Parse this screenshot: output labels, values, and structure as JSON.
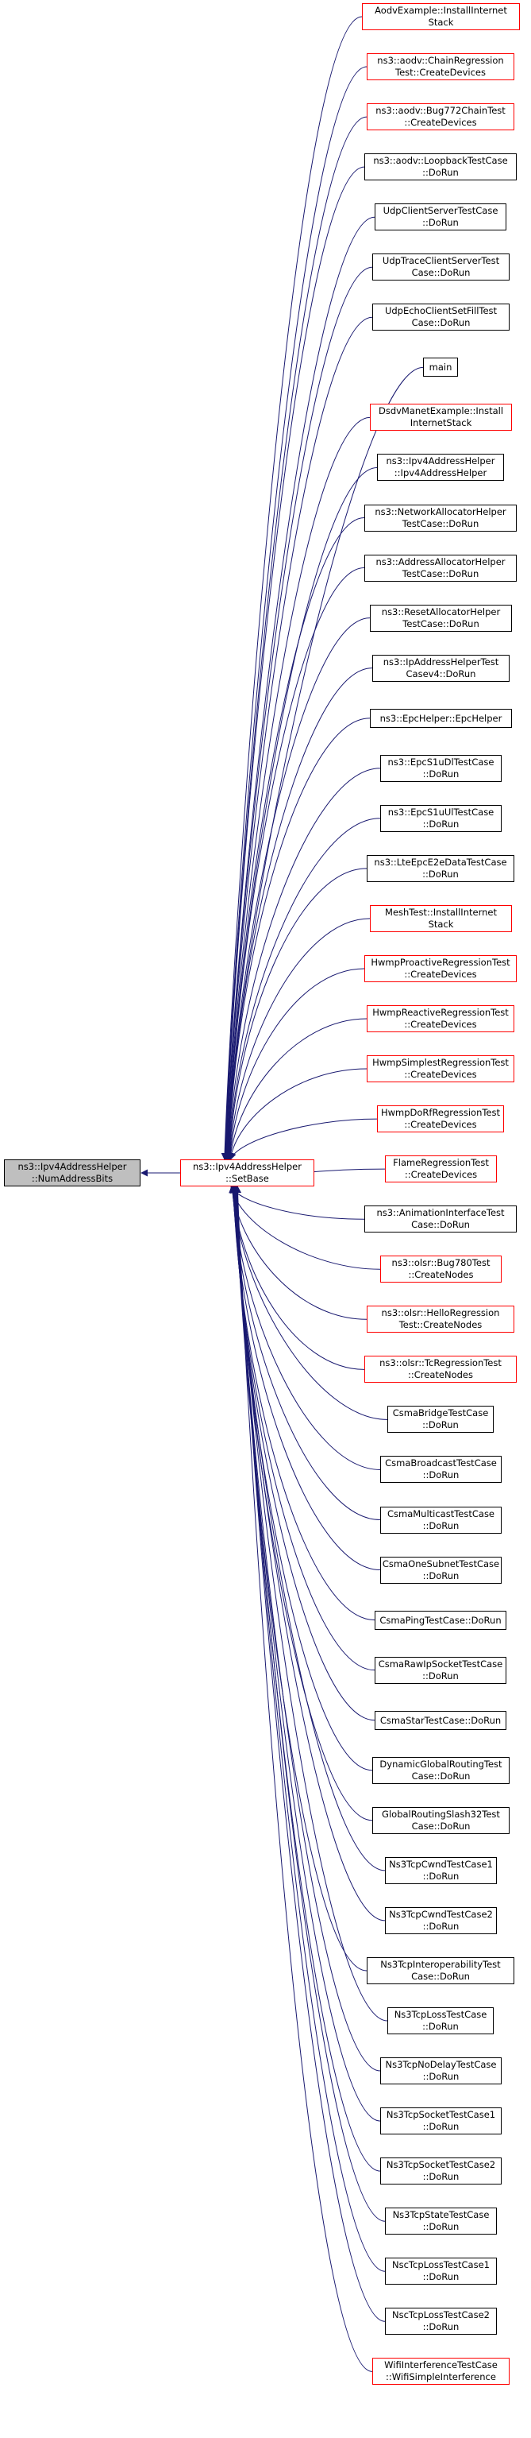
{
  "colors": {
    "edge": "#191970",
    "border": "#000000",
    "red_border": "#ff0000",
    "focus_fill": "#bfbfbf"
  },
  "focus": {
    "label": "ns3::Ipv4AddressHelper\n::NumAddressBits"
  },
  "hub": {
    "label": "ns3::Ipv4AddressHelper\n::SetBase",
    "red": true
  },
  "callers": [
    {
      "label": "AodvExample::InstallInternet\nStack",
      "red": true
    },
    {
      "label": "ns3::aodv::ChainRegression\nTest::CreateDevices",
      "red": true
    },
    {
      "label": "ns3::aodv::Bug772ChainTest\n::CreateDevices",
      "red": true
    },
    {
      "label": "ns3::aodv::LoopbackTestCase\n::DoRun",
      "red": false
    },
    {
      "label": "UdpClientServerTestCase\n::DoRun",
      "red": false
    },
    {
      "label": "UdpTraceClientServerTest\nCase::DoRun",
      "red": false
    },
    {
      "label": "UdpEchoClientSetFillTest\nCase::DoRun",
      "red": false
    },
    {
      "label": "main",
      "red": false
    },
    {
      "label": "DsdvManetExample::Install\nInternetStack",
      "red": true
    },
    {
      "label": "ns3::Ipv4AddressHelper\n::Ipv4AddressHelper",
      "red": false
    },
    {
      "label": "ns3::NetworkAllocatorHelper\nTestCase::DoRun",
      "red": false
    },
    {
      "label": "ns3::AddressAllocatorHelper\nTestCase::DoRun",
      "red": false
    },
    {
      "label": "ns3::ResetAllocatorHelper\nTestCase::DoRun",
      "red": false
    },
    {
      "label": "ns3::IpAddressHelperTest\nCasev4::DoRun",
      "red": false
    },
    {
      "label": "ns3::EpcHelper::EpcHelper",
      "red": false
    },
    {
      "label": "ns3::EpcS1uDlTestCase\n::DoRun",
      "red": false
    },
    {
      "label": "ns3::EpcS1uUlTestCase\n::DoRun",
      "red": false
    },
    {
      "label": "ns3::LteEpcE2eDataTestCase\n::DoRun",
      "red": false
    },
    {
      "label": "MeshTest::InstallInternet\nStack",
      "red": true
    },
    {
      "label": "HwmpProactiveRegressionTest\n::CreateDevices",
      "red": true
    },
    {
      "label": "HwmpReactiveRegressionTest\n::CreateDevices",
      "red": true
    },
    {
      "label": "HwmpSimplestRegressionTest\n::CreateDevices",
      "red": true
    },
    {
      "label": "HwmpDoRfRegressionTest\n::CreateDevices",
      "red": true
    },
    {
      "label": "FlameRegressionTest\n::CreateDevices",
      "red": true
    },
    {
      "label": "ns3::AnimationInterfaceTest\nCase::DoRun",
      "red": false
    },
    {
      "label": "ns3::olsr::Bug780Test\n::CreateNodes",
      "red": true
    },
    {
      "label": "ns3::olsr::HelloRegression\nTest::CreateNodes",
      "red": true
    },
    {
      "label": "ns3::olsr::TcRegressionTest\n::CreateNodes",
      "red": true
    },
    {
      "label": "CsmaBridgeTestCase\n::DoRun",
      "red": false
    },
    {
      "label": "CsmaBroadcastTestCase\n::DoRun",
      "red": false
    },
    {
      "label": "CsmaMulticastTestCase\n::DoRun",
      "red": false
    },
    {
      "label": "CsmaOneSubnetTestCase\n::DoRun",
      "red": false
    },
    {
      "label": "CsmaPingTestCase::DoRun",
      "red": false
    },
    {
      "label": "CsmaRawIpSocketTestCase\n::DoRun",
      "red": false
    },
    {
      "label": "CsmaStarTestCase::DoRun",
      "red": false
    },
    {
      "label": "DynamicGlobalRoutingTest\nCase::DoRun",
      "red": false
    },
    {
      "label": "GlobalRoutingSlash32Test\nCase::DoRun",
      "red": false
    },
    {
      "label": "Ns3TcpCwndTestCase1\n::DoRun",
      "red": false
    },
    {
      "label": "Ns3TcpCwndTestCase2\n::DoRun",
      "red": false
    },
    {
      "label": "Ns3TcpInteroperabilityTest\nCase::DoRun",
      "red": false
    },
    {
      "label": "Ns3TcpLossTestCase\n::DoRun",
      "red": false
    },
    {
      "label": "Ns3TcpNoDelayTestCase\n::DoRun",
      "red": false
    },
    {
      "label": "Ns3TcpSocketTestCase1\n::DoRun",
      "red": false
    },
    {
      "label": "Ns3TcpSocketTestCase2\n::DoRun",
      "red": false
    },
    {
      "label": "Ns3TcpStateTestCase\n::DoRun",
      "red": false
    },
    {
      "label": "NscTcpLossTestCase1\n::DoRun",
      "red": false
    },
    {
      "label": "NscTcpLossTestCase2\n::DoRun",
      "red": false
    },
    {
      "label": "WifiInterferenceTestCase\n::WifiSimpleInterference",
      "red": true
    }
  ]
}
